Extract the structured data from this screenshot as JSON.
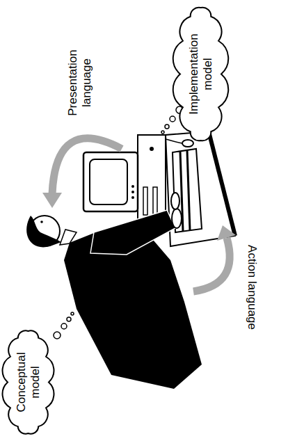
{
  "diagram": {
    "nodes": [
      {
        "text": [
          "Conceptual model"
        ]
      },
      {
        "text": [
          "Implementation model"
        ]
      }
    ],
    "labels": [
      "Presentation language",
      "Action language"
    ]
  }
}
